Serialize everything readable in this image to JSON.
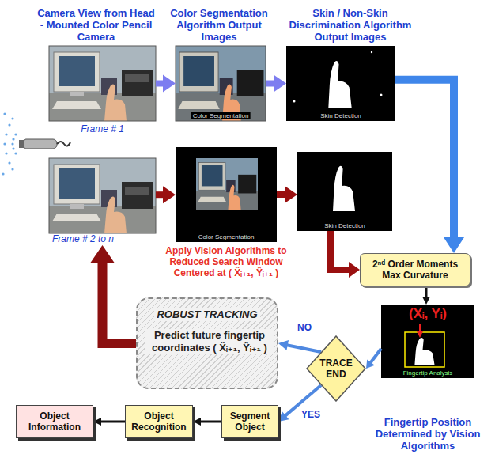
{
  "diagram": {
    "nodes": [
      {
        "text": [
          "Camera View from Head - Mounted Color Pencil Camera",
          "Frame # 1"
        ]
      },
      {
        "text": [
          "Color Segmentation Algorithm Output Images",
          "Color Segmentation"
        ]
      },
      {
        "text": [
          "Skin / Non-Skin Discrimination Algorithm Output Images",
          "Skin Detection"
        ]
      },
      {
        "text": [
          "Frame # 2 to n"
        ]
      },
      {
        "text": [
          "Color Segmentation",
          "Apply Vision Algorithms to Reduced Search Window Centered at ( X̂ᵢ₊₁, Ŷᵢ₊₁ )"
        ]
      },
      {
        "text": [
          "Skin Detection"
        ]
      },
      {
        "text": [
          "2ⁿᵈ Order Moments Max Curvature"
        ]
      },
      {
        "text": [
          "(Xᵢ, Yᵢ)",
          "Fingertip Analysis",
          "Fingertip Position Determined by Vision Algorithms"
        ]
      },
      {
        "text": [
          "TRACE END"
        ]
      },
      {
        "text": [
          "ROBUST TRACKING",
          "Predict future fingertip coordinates ( X̂ᵢ₊₁, Ŷᵢ₊₁ )"
        ]
      },
      {
        "text": [
          "Segment Object"
        ]
      },
      {
        "text": [
          "Object Recognition"
        ]
      },
      {
        "text": [
          "Object Information"
        ]
      }
    ],
    "edges": [
      {
        "from": 0,
        "to": 1,
        "arrow": "to"
      },
      {
        "from": 1,
        "to": 2,
        "arrow": "to"
      },
      {
        "from": 3,
        "to": 4,
        "arrow": "to"
      },
      {
        "from": 4,
        "to": 5,
        "arrow": "to"
      },
      {
        "from": 2,
        "to": 6,
        "arrow": "to"
      },
      {
        "from": 5,
        "to": 6,
        "arrow": "to"
      },
      {
        "from": 6,
        "to": 7,
        "arrow": "to"
      },
      {
        "from": 7,
        "to": 8,
        "arrow": "to"
      },
      {
        "from": 8,
        "to": 9,
        "label": "NO",
        "arrow": "to"
      },
      {
        "from": 8,
        "to": 10,
        "label": "YES",
        "arrow": "to"
      },
      {
        "from": 10,
        "to": 11,
        "arrow": "to"
      },
      {
        "from": 11,
        "to": 12,
        "arrow": "to"
      },
      {
        "from": 9,
        "to": 3,
        "arrow": "to"
      }
    ]
  }
}
